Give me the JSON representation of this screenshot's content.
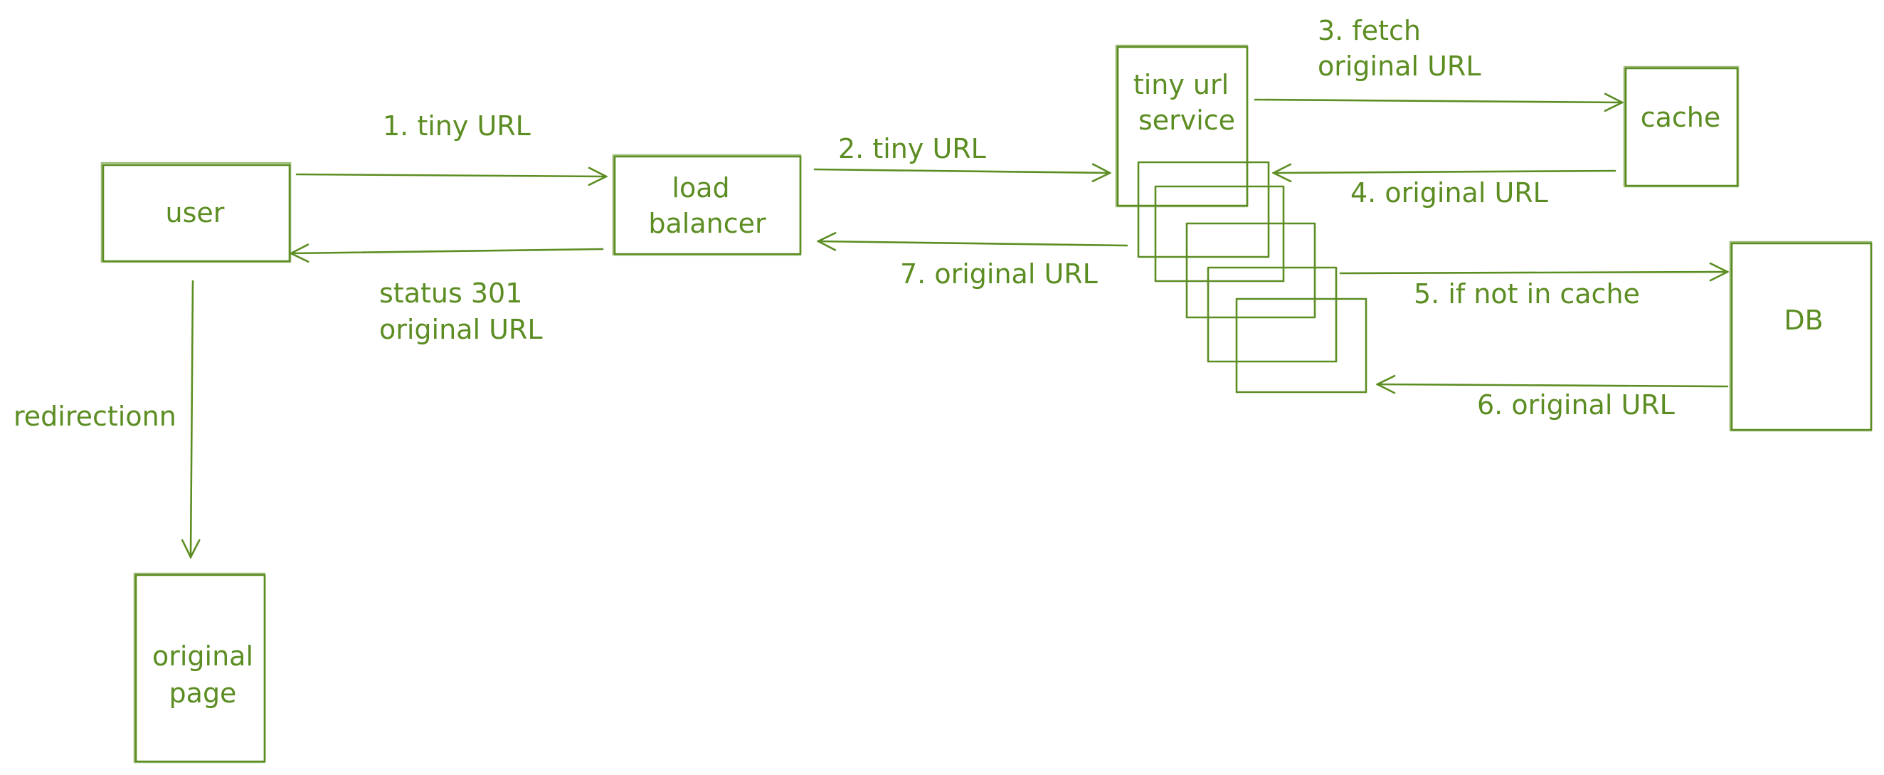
{
  "colors": {
    "ink": "#5c8d22",
    "background": "#ffffff"
  },
  "nodes": {
    "user": "user",
    "load_balancer": [
      "load",
      "balancer"
    ],
    "tiny_url_service": [
      "tiny url",
      "service"
    ],
    "cache": "cache",
    "db": "DB",
    "original_page": [
      "original",
      "page"
    ]
  },
  "edges": {
    "step1": "1. tiny URL",
    "step2": "2. tiny URL",
    "step3": [
      "3. fetch",
      "original URL"
    ],
    "step4": "4. original URL",
    "step5": "5. if not in cache",
    "step6": "6. original URL",
    "step7": "7. original URL",
    "response": [
      "status 301",
      "original URL"
    ],
    "redirection": "redirectionn"
  },
  "service_instance_count": 5
}
